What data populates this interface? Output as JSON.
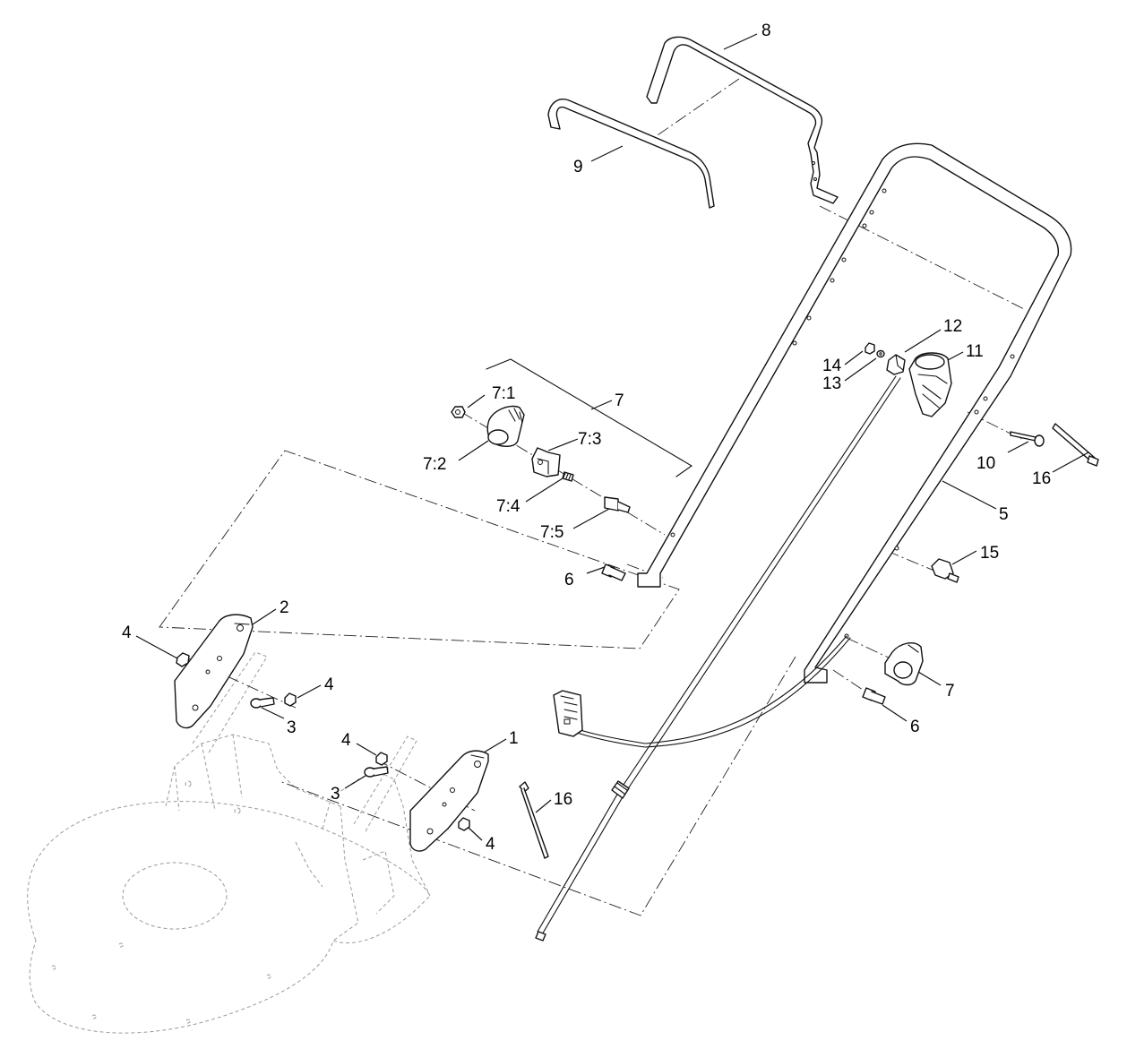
{
  "diagram": {
    "kind": "exploded-parts-view",
    "labels": {
      "l1": "1",
      "l2": "2",
      "l3a": "3",
      "l3b": "3",
      "l4a": "4",
      "l4b": "4",
      "l4c": "4",
      "l4d": "4",
      "l5": "5",
      "l6a": "6",
      "l6b": "6",
      "l7a": "7",
      "l7b": "7",
      "l7_1": "7:1",
      "l7_2": "7:2",
      "l7_3": "7:3",
      "l7_4": "7:4",
      "l7_5": "7:5",
      "l8": "8",
      "l9": "9",
      "l10": "10",
      "l11": "11",
      "l12": "12",
      "l13": "13",
      "l14": "14",
      "l15": "15",
      "l16a": "16",
      "l16b": "16"
    }
  },
  "colors": {
    "line": "#111111",
    "ghost": "#9a9a9a",
    "background": "#ffffff"
  }
}
